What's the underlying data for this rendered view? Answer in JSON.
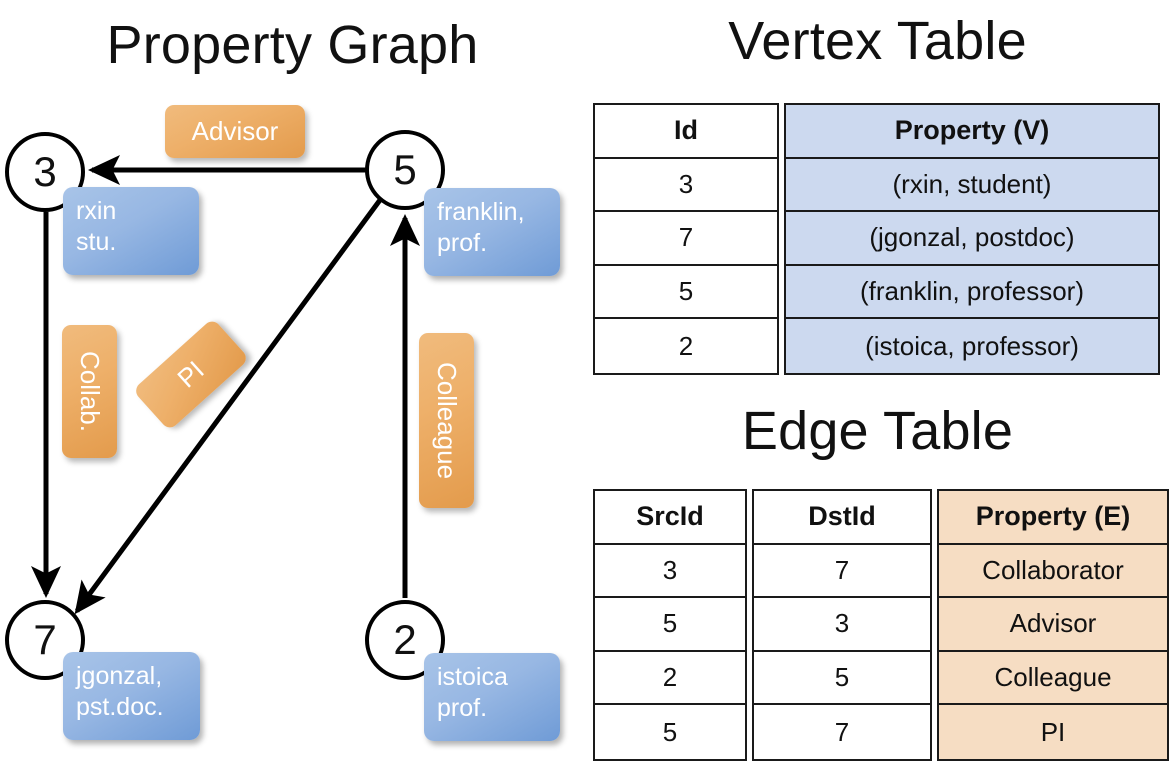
{
  "titles": {
    "graph": "Property Graph",
    "vertex": "Vertex Table",
    "edge": "Edge Table"
  },
  "colors": {
    "vertex_box": "#97b7e3",
    "edge_box": "#eeb06a",
    "vertex_table_highlight": "#ccd9ef",
    "edge_table_highlight": "#f6ddc3",
    "stroke": "#000000",
    "background": "#ffffff"
  },
  "graph": {
    "nodes": [
      {
        "id": "3",
        "label": "3",
        "property_line1": "rxin",
        "property_line2": "stu."
      },
      {
        "id": "5",
        "label": "5",
        "property_line1": "franklin,",
        "property_line2": "prof."
      },
      {
        "id": "7",
        "label": "7",
        "property_line1": "jgonzal,",
        "property_line2": "pst.doc."
      },
      {
        "id": "2",
        "label": "2",
        "property_line1": "istoica",
        "property_line2": "prof."
      }
    ],
    "edge_labels": [
      {
        "name": "advisor",
        "text": "Advisor",
        "orientation": "horizontal"
      },
      {
        "name": "collaborator",
        "text": "Collab.",
        "orientation": "vertical"
      },
      {
        "name": "pi",
        "text": "PI",
        "orientation": "diagonal"
      },
      {
        "name": "colleague",
        "text": "Colleague",
        "orientation": "vertical"
      }
    ],
    "edges": [
      {
        "from": "5",
        "to": "3",
        "label": "Advisor"
      },
      {
        "from": "3",
        "to": "7",
        "label": "Collab."
      },
      {
        "from": "5",
        "to": "7",
        "label": "PI"
      },
      {
        "from": "2",
        "to": "5",
        "label": "Colleague"
      }
    ]
  },
  "vertex_table": {
    "headers": [
      "Id",
      "Property (V)"
    ],
    "rows": [
      {
        "id": "3",
        "property": "(rxin, student)"
      },
      {
        "id": "7",
        "property": "(jgonzal, postdoc)"
      },
      {
        "id": "5",
        "property": "(franklin, professor)"
      },
      {
        "id": "2",
        "property": "(istoica, professor)"
      }
    ]
  },
  "edge_table": {
    "headers": [
      "SrcId",
      "DstId",
      "Property (E)"
    ],
    "rows": [
      {
        "src": "3",
        "dst": "7",
        "property": "Collaborator"
      },
      {
        "src": "5",
        "dst": "3",
        "property": "Advisor"
      },
      {
        "src": "2",
        "dst": "5",
        "property": "Colleague"
      },
      {
        "src": "5",
        "dst": "7",
        "property": "PI"
      }
    ]
  }
}
